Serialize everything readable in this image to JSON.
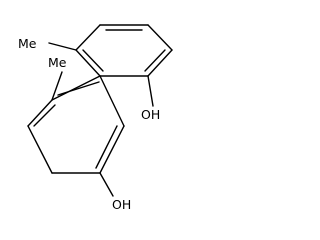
{
  "molecule": {
    "labels": {
      "methyl_top": "Me",
      "hydroxyl_top": "OH",
      "methyl_bottom": "Me",
      "hydroxyl_bottom": "OH"
    }
  }
}
